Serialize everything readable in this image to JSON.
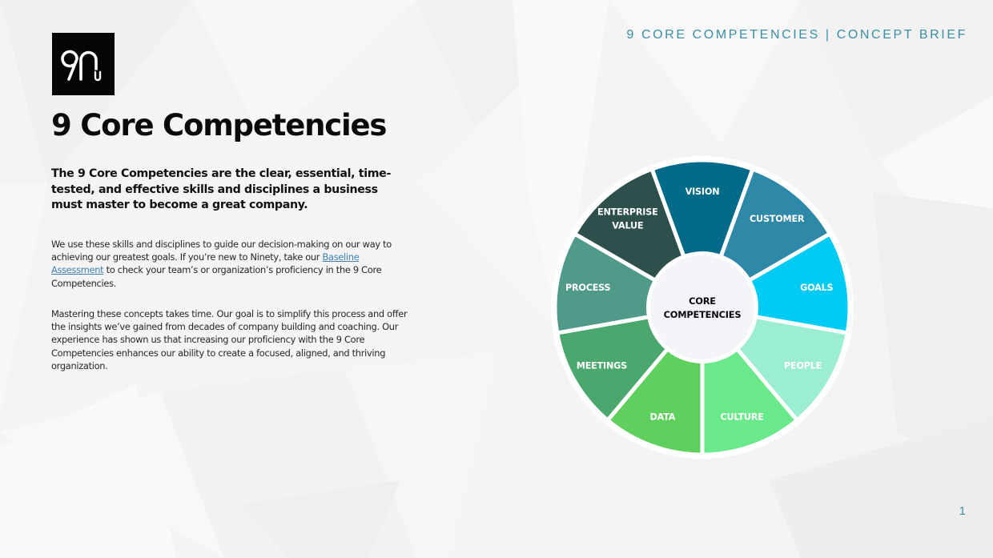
{
  "header": {
    "label": "9 CORE COMPETENCIES | CONCEPT BRIEF"
  },
  "logo": {
    "text": "90u",
    "background": "#050505",
    "foreground": "#ffffff"
  },
  "main": {
    "title": "9 Core Competencies",
    "lead": "The 9 Core Competencies are the clear, essential, time-tested, and effective skills and disciplines a business must master to become a great company.",
    "paragraph_1": {
      "before_link": "We use these skills and disciplines to guide our decision-making on our way to achieving our greatest goals. If you’re new to Ninety, take our ",
      "link_text": "Baseline Assessment",
      "after_link": " to check your team’s or organization’s proficiency in the 9 Core Competencies."
    },
    "paragraph_2": "Mastering these concepts takes time. Our goal is to simplify this process and offer the insights we’ve gained from decades of company building and coaching. Our experience has shown us that increasing our proficiency with the 9 Core Competencies enhances our ability to create a focused, aligned, and thriving organization."
  },
  "wheel": {
    "center_label_line1": "CORE",
    "center_label_line2": "COMPETENCIES",
    "segments": [
      {
        "label_lines": [
          "VISION"
        ],
        "color": "#046a8a"
      },
      {
        "label_lines": [
          "CUSTOMER"
        ],
        "color": "#2e88a8"
      },
      {
        "label_lines": [
          "GOALS"
        ],
        "color": "#00cbf5"
      },
      {
        "label_lines": [
          "PEOPLE"
        ],
        "color": "#9ceed2"
      },
      {
        "label_lines": [
          "CULTURE"
        ],
        "color": "#6ae98b"
      },
      {
        "label_lines": [
          "DATA"
        ],
        "color": "#5fcf5d"
      },
      {
        "label_lines": [
          "MEETINGS"
        ],
        "color": "#4aa86e"
      },
      {
        "label_lines": [
          "PROCESS"
        ],
        "color": "#4f9a88"
      },
      {
        "label_lines": [
          "ENTERPRISE",
          "VALUE"
        ],
        "color": "#2e504d"
      }
    ]
  },
  "footer": {
    "page_number": "1"
  },
  "colors": {
    "accent": "#3b8ea4",
    "link": "#3f7fb3",
    "title": "#0a0a0a"
  }
}
